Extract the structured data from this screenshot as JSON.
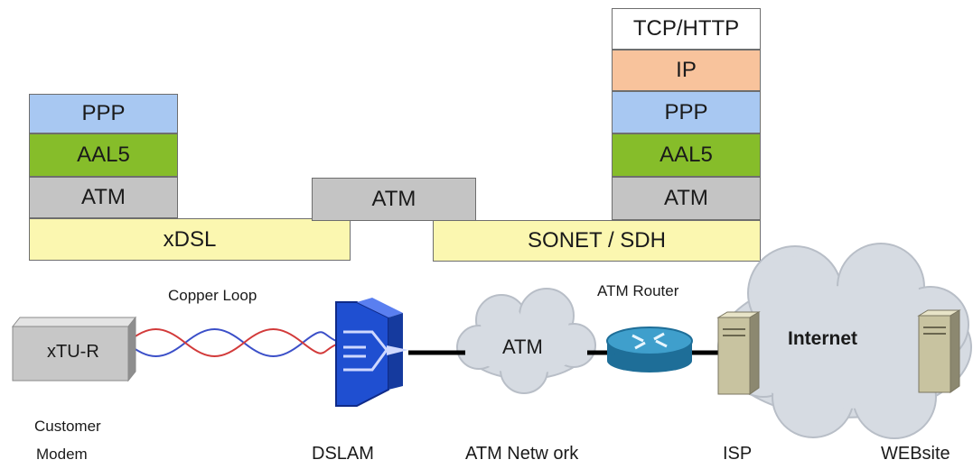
{
  "colors": {
    "ppp": "#a8c8f2",
    "aal5": "#86bd2a",
    "atm": "#c4c4c4",
    "ip": "#f8c39c",
    "tcp": "#ffffff",
    "phy": "#fbf7b0",
    "router": "#2f7fa8",
    "dslam": "#1f4fd1",
    "cloud": "#d6dbe2"
  },
  "stacks": {
    "customer": [
      "PPP",
      "AAL5",
      "ATM"
    ],
    "network": [
      "ATM"
    ],
    "isp": [
      "TCP/HTTP",
      "IP",
      "PPP",
      "AAL5",
      "ATM"
    ]
  },
  "physical": {
    "left": "xDSL",
    "right": "SONET / SDH"
  },
  "labels": {
    "copper_loop": "Copper Loop",
    "atm_router": "ATM Router",
    "modem_box": "xTU-R",
    "atm_cloud": "ATM",
    "internet_cloud": "Internet",
    "customer_line1": "Customer",
    "customer_line2": "Modem",
    "dslam": "DSLAM",
    "atm_network": "ATM Netw ork",
    "isp": "ISP",
    "website": "WEBsite"
  }
}
